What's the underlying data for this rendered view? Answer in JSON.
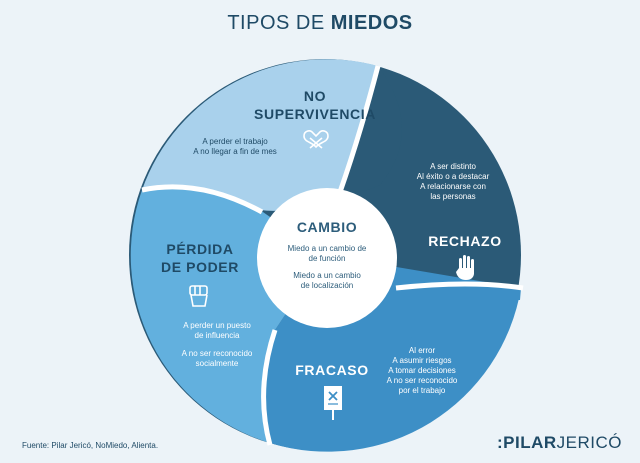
{
  "title": {
    "light": "TIPOS DE ",
    "bold": "MIEDOS"
  },
  "segments": {
    "no_supervivencia": {
      "title_line1": "NO",
      "title_line2": "SUPERVIVENCIA",
      "items": [
        "A perder el trabajo",
        "A no llegar a fin de mes"
      ],
      "icon": "broken-heart-icon",
      "color": "#a9d1ec"
    },
    "rechazo": {
      "title": "RECHAZO",
      "items": [
        "A ser distinto",
        "Al éxito o a destacar",
        "A relacionarse con",
        "las personas"
      ],
      "icon": "raised-hand-icon",
      "color": "#2b5a77"
    },
    "fracaso": {
      "title": "FRACASO",
      "items": [
        "Al error",
        "A asumir riesgos",
        "A tomar decisiones",
        "A no ser reconocido",
        "por el trabajo"
      ],
      "icon": "rejected-document-icon",
      "color": "#3d8fc6"
    },
    "perdida_de_poder": {
      "title_line1": "PÉRDIDA",
      "title_line2": "DE PODER",
      "items_a": [
        "A perder un puesto",
        "de influencia"
      ],
      "items_b": [
        "A no ser reconocido",
        "socialmente"
      ],
      "icon": "raised-fist-icon",
      "color": "#62b0de"
    },
    "cambio": {
      "title": "CAMBIO",
      "items_a": [
        "Miedo a un cambio de",
        "de función"
      ],
      "items_b": [
        "Miedo a un cambio",
        "de localización"
      ],
      "color": "#ffffff"
    }
  },
  "footer": {
    "source": "Fuente: Pilar Jericó, NoMiedo, Alienta.",
    "brand_mark": ":",
    "brand_bold": "PILAR",
    "brand_light": "JERICÓ"
  }
}
